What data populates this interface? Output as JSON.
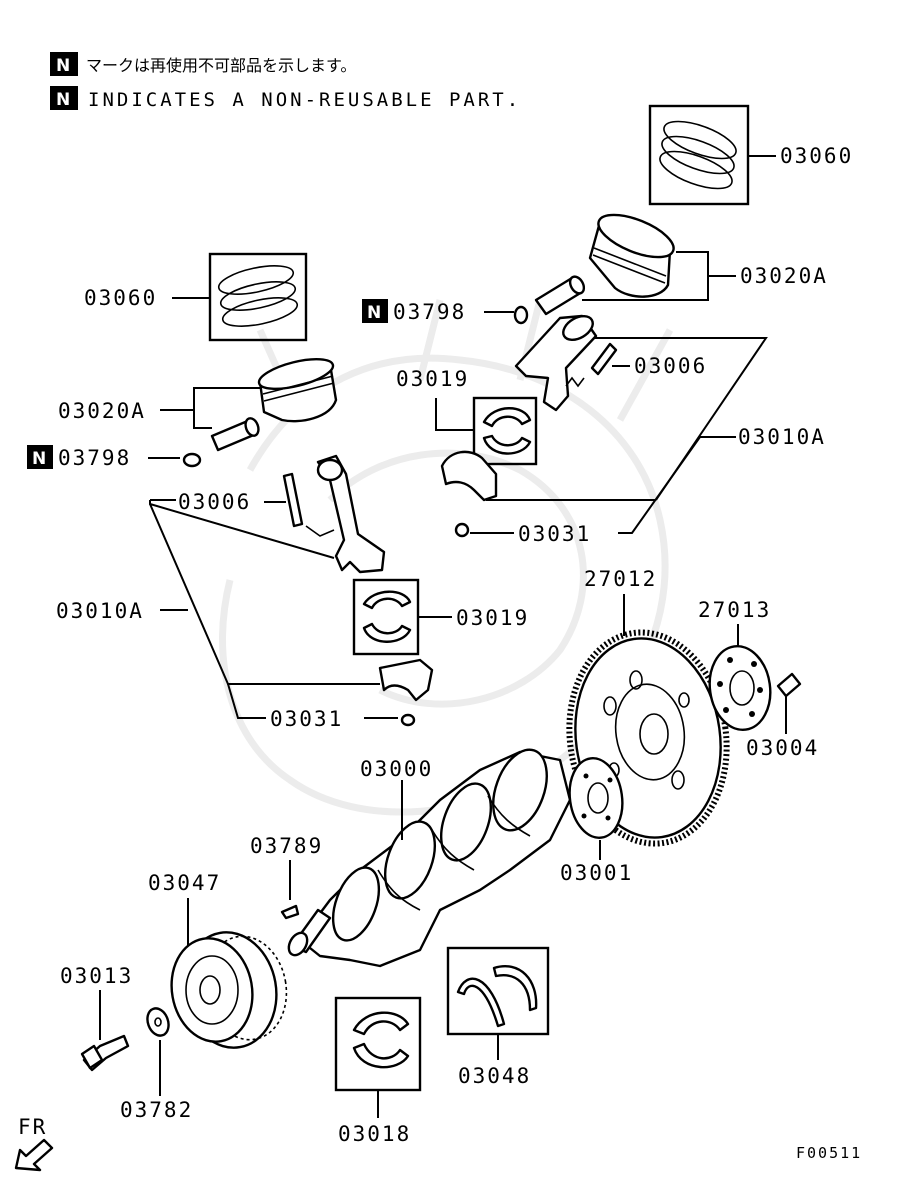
{
  "notes": {
    "badge": "N",
    "japanese": "マークは再使用不可部品を示します。",
    "english": "INDICATES A NON-REUSABLE PART."
  },
  "labels": {
    "rings_right": "03060",
    "rings_left": "03060",
    "piston_right": "03020A",
    "piston_left": "03020A",
    "clip_right": "03798",
    "clip_left": "03798",
    "bolt_right": "03006",
    "bolt_left": "03006",
    "rod_bearing_right": "03019",
    "rod_bearing_left": "03019",
    "rod_assy_right": "03010A",
    "rod_assy_left": "03010A",
    "nut_right": "03031",
    "nut_left": "03031",
    "flywheel": "27012",
    "adapter_plate": "27013",
    "flywheel_bolt": "03004",
    "crankshaft": "03000",
    "crank_sprocket": "03001",
    "key": "03789",
    "pulley": "03047",
    "pulley_bolt": "03013",
    "washer": "03782",
    "main_bearing": "03018",
    "thrust_bearing": "03048"
  },
  "direction": "FR",
  "diagram_code": "F00511"
}
